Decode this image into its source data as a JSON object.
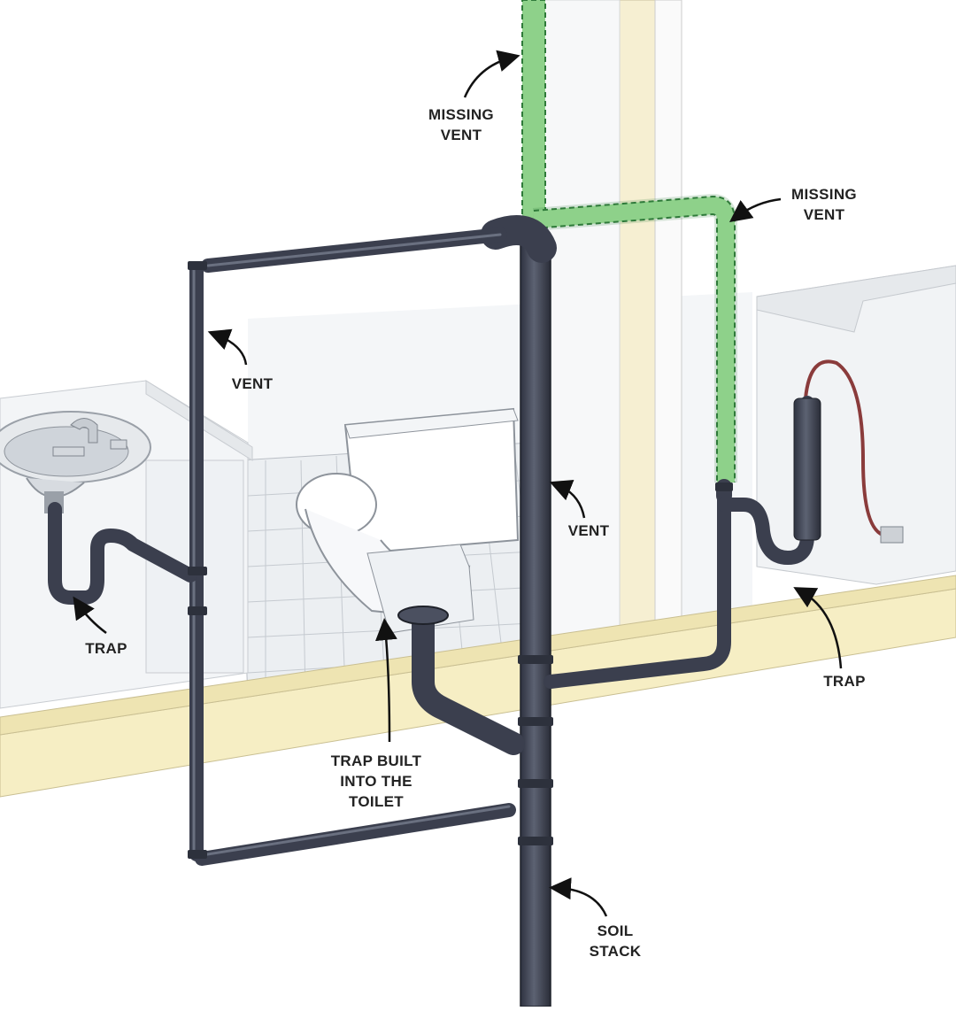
{
  "labels": {
    "missing_vent_top": [
      "MISSING",
      "VENT"
    ],
    "missing_vent_right": [
      "MISSING",
      "VENT"
    ],
    "vent_left": "VENT",
    "vent_center": "VENT",
    "trap_left": "TRAP",
    "trap_right": "TRAP",
    "trap_toilet": [
      "TRAP BUILT",
      "INTO THE",
      "TOILET"
    ],
    "soil_stack": [
      "SOIL",
      "STACK"
    ]
  },
  "colors": {
    "pipe": "#3b3f4e",
    "pipe_highlight": "#6a7080",
    "missing_vent": "#8ed18a",
    "missing_vent_outline": "#2f7a3a",
    "floor_beam": "#f6eec4",
    "wall": "#f2f4f6",
    "floor_tile": "#e9ecef",
    "hose": "#8a3b3b"
  },
  "icons": {
    "sink": "sink-illustration",
    "toilet": "toilet-illustration",
    "washer": "washing-machine-illustration"
  }
}
